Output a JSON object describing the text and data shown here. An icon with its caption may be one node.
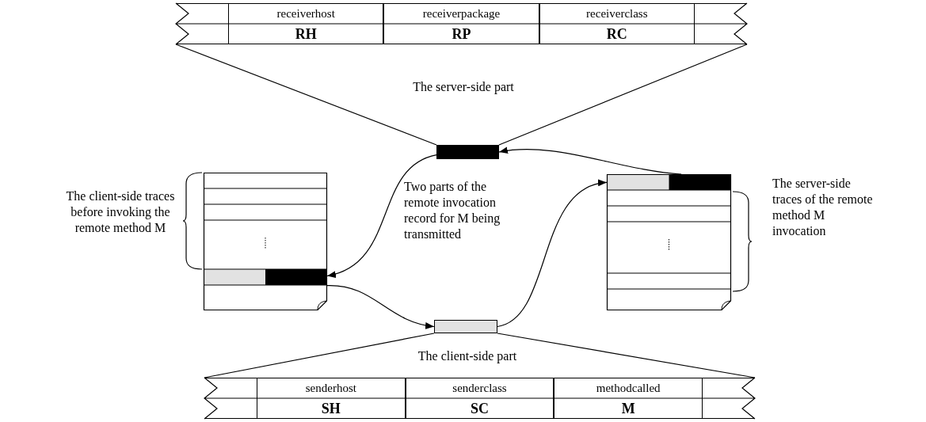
{
  "diagram": {
    "nodes": [
      {
        "text": [
          "receiverhost",
          "receiverpackage",
          "receiverclass",
          "RH",
          "RP",
          "RC"
        ],
        "beside": [
          "The server-side part"
        ]
      },
      {
        "text": [],
        "shape": "bar"
      },
      {
        "text": [],
        "shape": "box",
        "beside": [
          "The client-side traces before invoking the remote method M"
        ]
      },
      {
        "text": [],
        "shape": "box",
        "beside": [
          "The server-side traces of the remote method M invocation"
        ]
      },
      {
        "text": [],
        "shape": "bar"
      },
      {
        "text": [
          "senderhost",
          "senderclass",
          "methodcalled",
          "SH",
          "SC",
          "M"
        ],
        "beside": [
          "The client-side part"
        ]
      }
    ],
    "edges": [
      {
        "from": 1,
        "to": 0,
        "arrow": "none"
      },
      {
        "from": 3,
        "to": 1,
        "arrow": "to"
      },
      {
        "from": 1,
        "to": 2,
        "arrow": "to"
      },
      {
        "from": 2,
        "to": 4,
        "arrow": "to"
      },
      {
        "from": 4,
        "to": 3,
        "arrow": "to"
      },
      {
        "from": 4,
        "to": 5,
        "arrow": "none"
      }
    ],
    "labels": [
      "Two parts of the remote invocation record for M being transmitted"
    ]
  }
}
